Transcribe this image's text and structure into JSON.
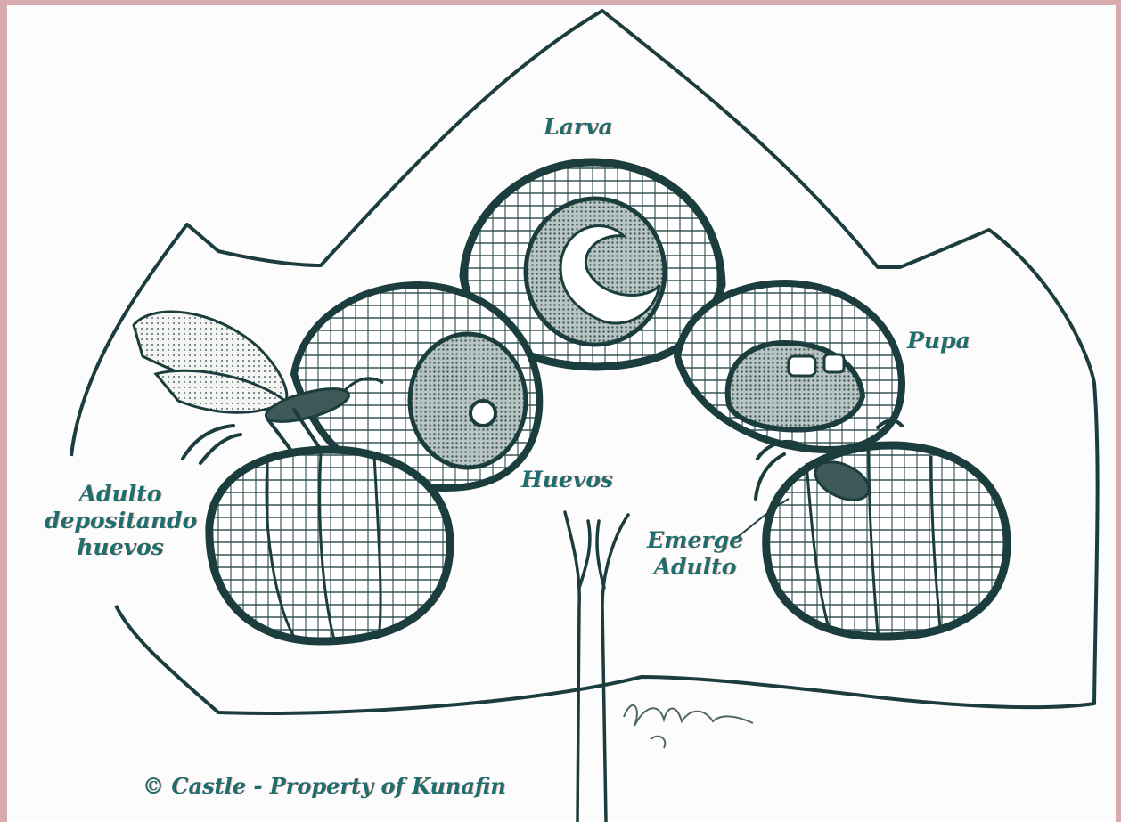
{
  "colors": {
    "background": "#d8a9ad",
    "paper": "#fdfcfc",
    "ink": "#1c3d3d",
    "label": "#1f6e6e",
    "fill_dark": "#5e7472",
    "fill_light": "#b9c5c3"
  },
  "labels": {
    "larva": "Larva",
    "pupa": "Pupa",
    "huevos": "Huevos",
    "adulto_line1": "Adulto",
    "adulto_line2": "depositando",
    "adulto_line3": "huevos",
    "emerge_line1": "Emerge",
    "emerge_line2": "Adulto",
    "credit": "© Castle - Property of Kunafin"
  }
}
